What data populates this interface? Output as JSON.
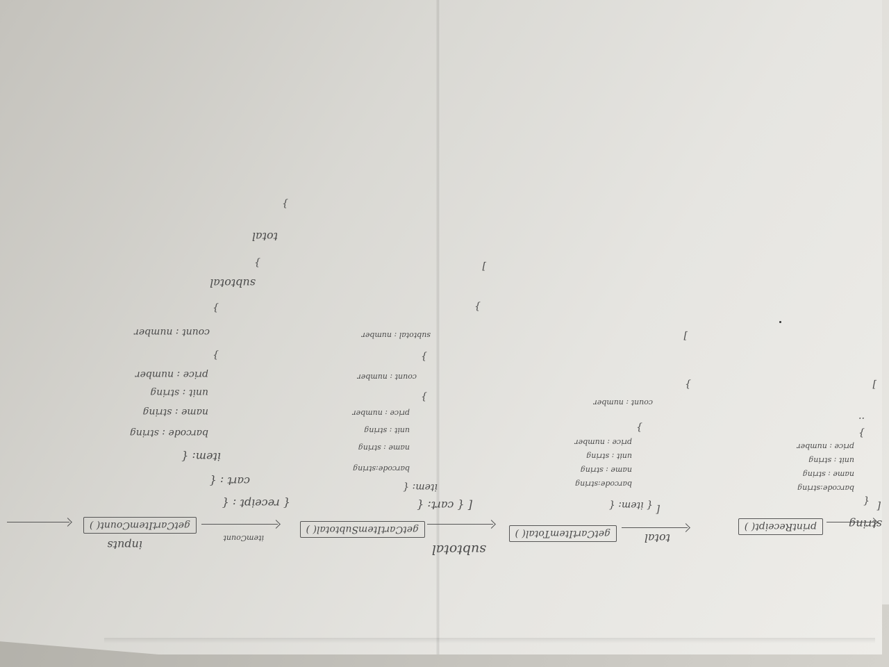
{
  "diagram": {
    "inputs_label": "inputs",
    "functions": [
      {
        "label": "getCartItemCount( )"
      },
      {
        "label": "getCartItemSubtotal( )"
      },
      {
        "label": "getCartItemTotal( )"
      },
      {
        "label": "printReceipt( )"
      }
    ],
    "edge_labels": {
      "item_count": "itemCount",
      "subtotal": "subtotal",
      "total": "total",
      "output": "string"
    },
    "input_block": [
      "[",
      "{",
      "barcode:string",
      "name : string",
      "unit : string",
      "price : number",
      "}",
      ".."
    ],
    "input_close": "]",
    "count_block": [
      "[",
      "{ item: {",
      "barcode:string",
      "name : string",
      "unit : string",
      "price : number",
      "}",
      "count : number",
      "}"
    ],
    "count_close": "]",
    "subtotal_block": [
      "[ { cart: {",
      "item: {",
      "barcode:string",
      "name : string",
      "unit : string",
      "price : number",
      "}",
      "count : number",
      "}",
      "subtotal : number",
      "}"
    ],
    "subtotal_close": "]",
    "receipt_block": [
      "{ receipt : {",
      "cart : {",
      "item: {",
      "barcode : string",
      "name : string",
      "unit : string",
      "price : number",
      "}",
      "count : number",
      "}",
      "subtotal",
      "}",
      "total",
      "}"
    ]
  }
}
